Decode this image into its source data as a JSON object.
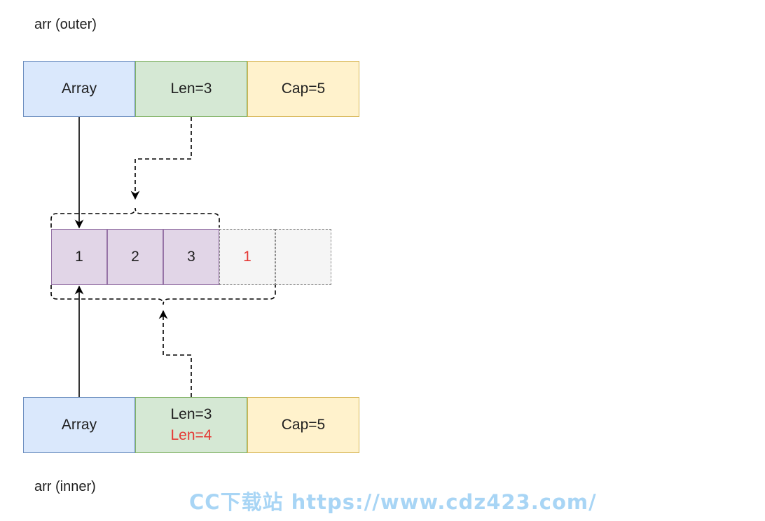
{
  "outer": {
    "title": "arr (outer)",
    "array_label": "Array",
    "len_label": "Len=3",
    "cap_label": "Cap=5"
  },
  "inner": {
    "title": "arr (inner)",
    "array_label": "Array",
    "len_old_label": "Len=3",
    "len_new_label": "Len=4",
    "cap_label": "Cap=5"
  },
  "cells": [
    "1",
    "2",
    "3",
    "1",
    ""
  ],
  "colors": {
    "array_fill": "#dae8fc",
    "len_fill": "#d5e8d4",
    "cap_fill": "#fff2cc",
    "element_fill": "#e1d5e7",
    "spare_fill": "#f5f5f5",
    "highlight_text": "#e53935"
  },
  "watermark": "CC下载站 https://www.cdz423.com/"
}
